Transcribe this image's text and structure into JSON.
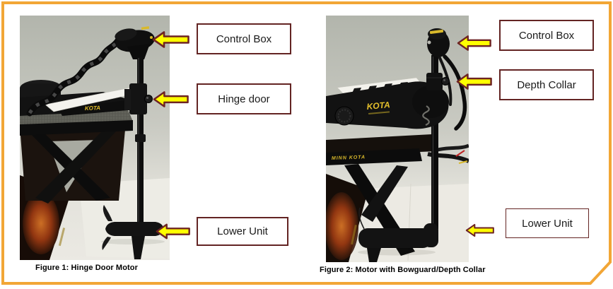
{
  "page": {
    "background_color": "#ffffff",
    "frame_border_color": "#F2A636"
  },
  "callout_style": {
    "box_background": "#ffffff",
    "box_border_color": "#632423",
    "label_text_color": "#1a1a1a",
    "arrow_fill": "#FFFF00",
    "arrow_outline_color": "#6E2423",
    "arrow_direction": "left"
  },
  "figures": [
    {
      "caption": "Figure 1: Hinge Door Motor",
      "photo_texts": {
        "motor_brand": "KOTA"
      },
      "labels": [
        {
          "text": "Control Box"
        },
        {
          "text": "Hinge door"
        },
        {
          "text": "Lower Unit"
        }
      ]
    },
    {
      "caption": "Figure 2: Motor with Bowguard/Depth Collar",
      "photo_texts": {
        "motor_brand": "KOTA",
        "stand_brand": "MINN KOTA"
      },
      "labels": [
        {
          "text": "Control Box"
        },
        {
          "text": "Depth Collar"
        },
        {
          "text": "Lower Unit"
        }
      ]
    }
  ]
}
